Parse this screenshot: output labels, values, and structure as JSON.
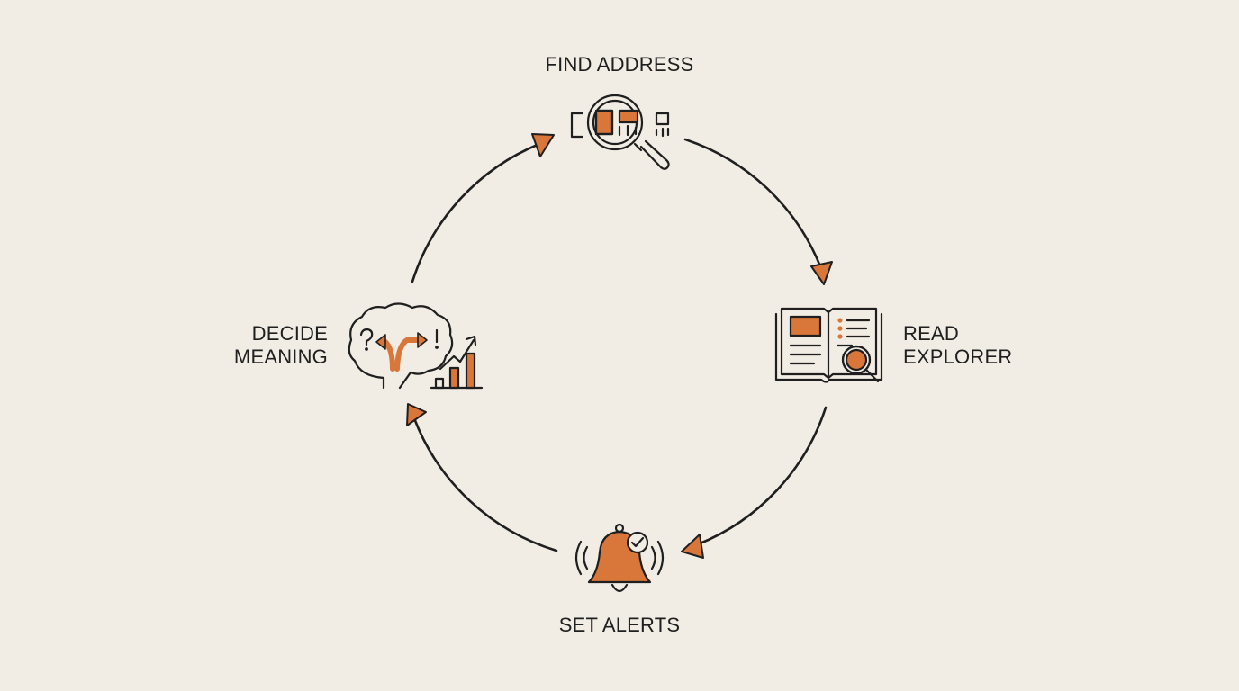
{
  "colors": {
    "background": "#f1ede4",
    "ink": "#1f1f1f",
    "accent": "#d9773a"
  },
  "steps": {
    "find": {
      "label": "FIND ADDRESS",
      "icon": "magnifier-over-address-icon"
    },
    "read": {
      "label_lines": [
        "READ",
        "EXPLORER"
      ],
      "icon": "open-book-search-icon"
    },
    "alerts": {
      "label": "SET ALERTS",
      "icon": "bell-check-icon"
    },
    "decide": {
      "label_lines": [
        "DECIDE",
        "MEANING"
      ],
      "icon": "brain-decision-chart-icon"
    }
  }
}
